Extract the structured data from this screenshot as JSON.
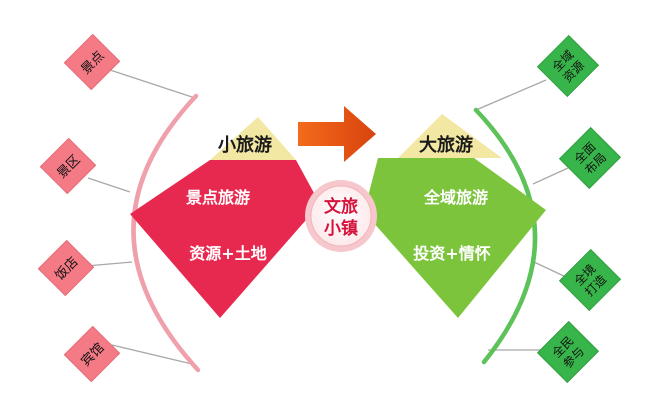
{
  "left_model": {
    "title": "小旅游",
    "line1": "景点旅游",
    "line2": "资源+土地",
    "tags": [
      "景点",
      "景区",
      "饭店",
      "宾馆"
    ]
  },
  "center_badge": {
    "line1": "文旅",
    "line2": "小镇"
  },
  "right_model": {
    "title": "大旅游",
    "line1": "全域旅游",
    "line2": "投资+情怀",
    "tags": [
      [
        "全域",
        "资源"
      ],
      [
        "全面",
        "布局"
      ],
      [
        "全境",
        "打造"
      ],
      [
        "全民",
        "参与"
      ]
    ]
  },
  "colors": {
    "left_diamond": "#e8294f",
    "left_tag_fill": "#f47a86",
    "left_arc": "#f0a0aa",
    "title_bg": "#f3e8a3",
    "arrow": "#e35a14",
    "right_diamond": "#7cc43c",
    "right_tag_fill": "#38b54a",
    "right_arc": "#5ec25a",
    "badge_border": "#f6c7cc",
    "badge_text": "#d4143c"
  }
}
